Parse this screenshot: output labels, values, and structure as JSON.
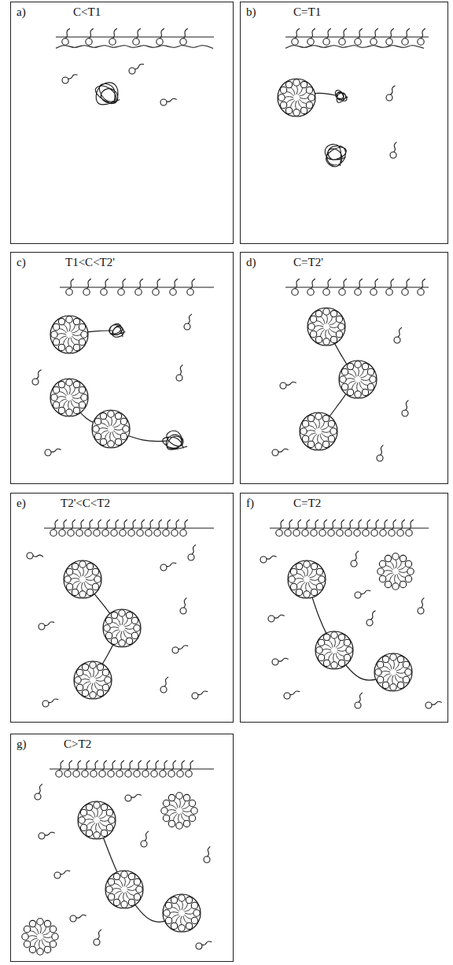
{
  "diagram": {
    "nodes": [
      {
        "text": [
          "a)",
          "C<T1"
        ]
      },
      {
        "text": [
          "b)",
          "C=T1"
        ]
      },
      {
        "text": [
          "c)",
          "T1<C<T2'"
        ]
      },
      {
        "text": [
          "d)",
          "C=T2'"
        ]
      },
      {
        "text": [
          "e)",
          "T2'<C<T2"
        ]
      },
      {
        "text": [
          "f)",
          "C=T2"
        ]
      },
      {
        "text": [
          "g)",
          "C>T2"
        ]
      }
    ]
  }
}
